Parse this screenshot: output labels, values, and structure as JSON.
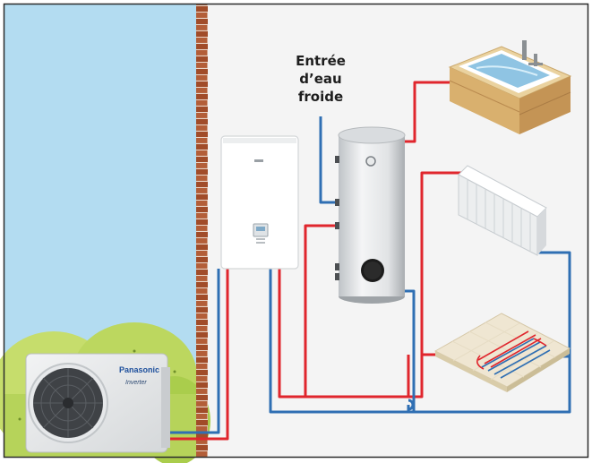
{
  "cold_water_inlet": {
    "lines": [
      "Entrée",
      "d’eau",
      "froide"
    ]
  },
  "outdoor_unit": {
    "brand": "Panasonic",
    "sub_brand": "Inverter",
    "icon": "outdoor-heat-pump-icon"
  },
  "indoor_unit": {
    "icon": "hydrokit-icon"
  },
  "hot_water_tank": {
    "icon": "water-tank-icon"
  },
  "emitters": [
    {
      "icon": "bathtub-icon"
    },
    {
      "icon": "radiator-icon"
    },
    {
      "icon": "underfloor-heating-icon"
    }
  ],
  "colors": {
    "sky": "#b3dcf1",
    "wall_brick": "#a7522e",
    "hot_pipe": "#e0262d",
    "cold_pipe": "#2f6fb3",
    "hedge": "#bcd75f",
    "frame": "#2b2b2b"
  }
}
